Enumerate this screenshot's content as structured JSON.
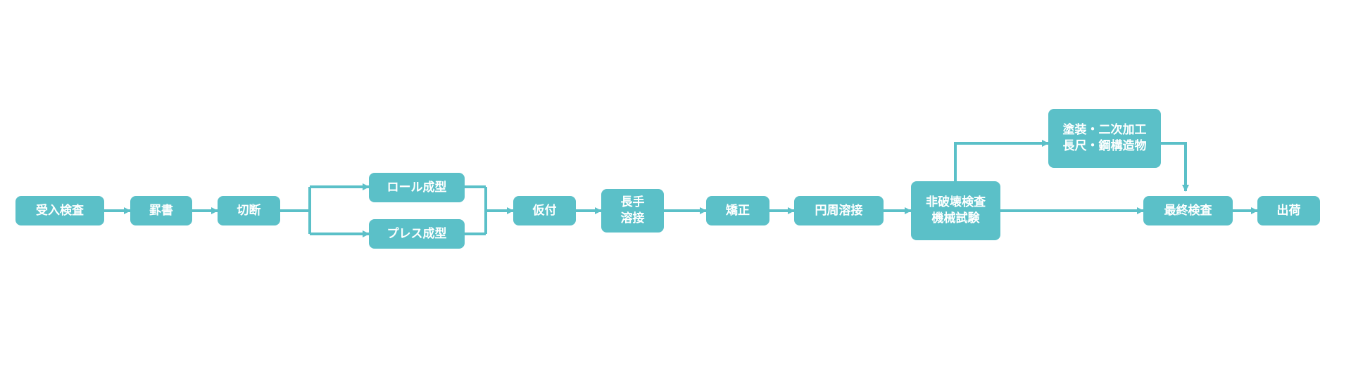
{
  "colors": {
    "node_fill": "#5bc0c8",
    "node_text": "#ffffff",
    "connector": "#5bc0c8"
  },
  "nodes": {
    "ukeire": "受入検査",
    "keigaki": "罫書",
    "setsudan": "切断",
    "roll": "ロール成型",
    "press": "プレス成型",
    "karitsuke": "仮付",
    "chote": "長手\n溶接",
    "kyosei": "矯正",
    "enshu": "円周溶接",
    "hihakai": "非破壊検査\n機械試験",
    "toso": "塗装・二次加工\n長尺・鋼構造物",
    "saishu": "最終検査",
    "shukka": "出荷"
  }
}
